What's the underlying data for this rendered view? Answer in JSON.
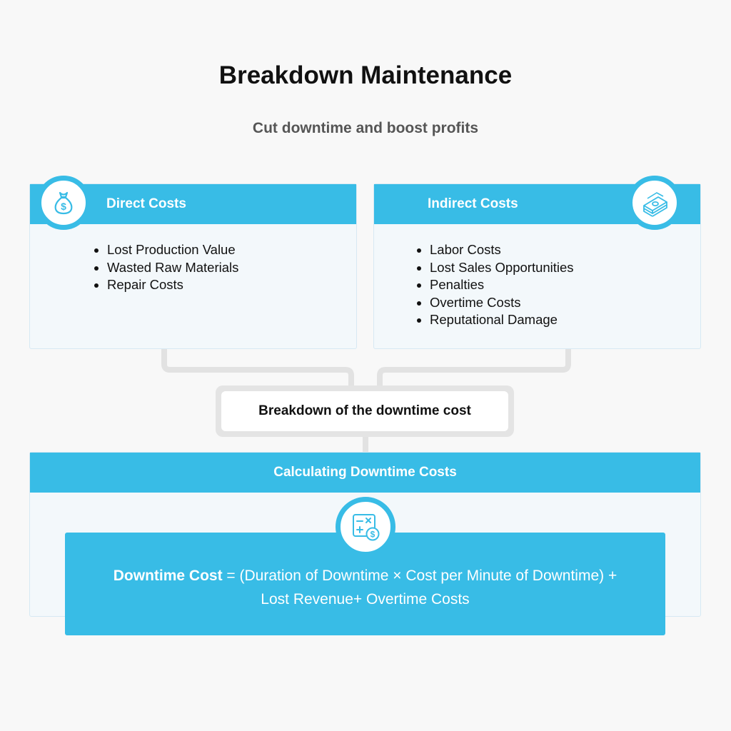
{
  "title": "Breakdown Maintenance",
  "subtitle": "Cut downtime and boost profits",
  "direct": {
    "heading": "Direct Costs",
    "icon": "money-bag-icon",
    "items": [
      "Lost Production Value",
      "Wasted Raw Materials",
      "Repair Costs"
    ]
  },
  "indirect": {
    "heading": "Indirect Costs",
    "icon": "cash-stack-icon",
    "items": [
      "Labor Costs",
      "Lost Sales Opportunities",
      "Penalties",
      "Overtime Costs",
      "Reputational Damage"
    ]
  },
  "center_label": "Breakdown of the downtime cost",
  "calc": {
    "heading": "Calculating Downtime Costs",
    "icon": "calculator-dollar-icon",
    "formula_label": "Downtime Cost",
    "formula_body": " = (Duration of Downtime × Cost per Minute of Downtime) + Lost Revenue+ Overtime Costs"
  },
  "colors": {
    "accent": "#38bce6",
    "card_bg": "#f3f8fb",
    "connector": "#e2e2e2"
  }
}
